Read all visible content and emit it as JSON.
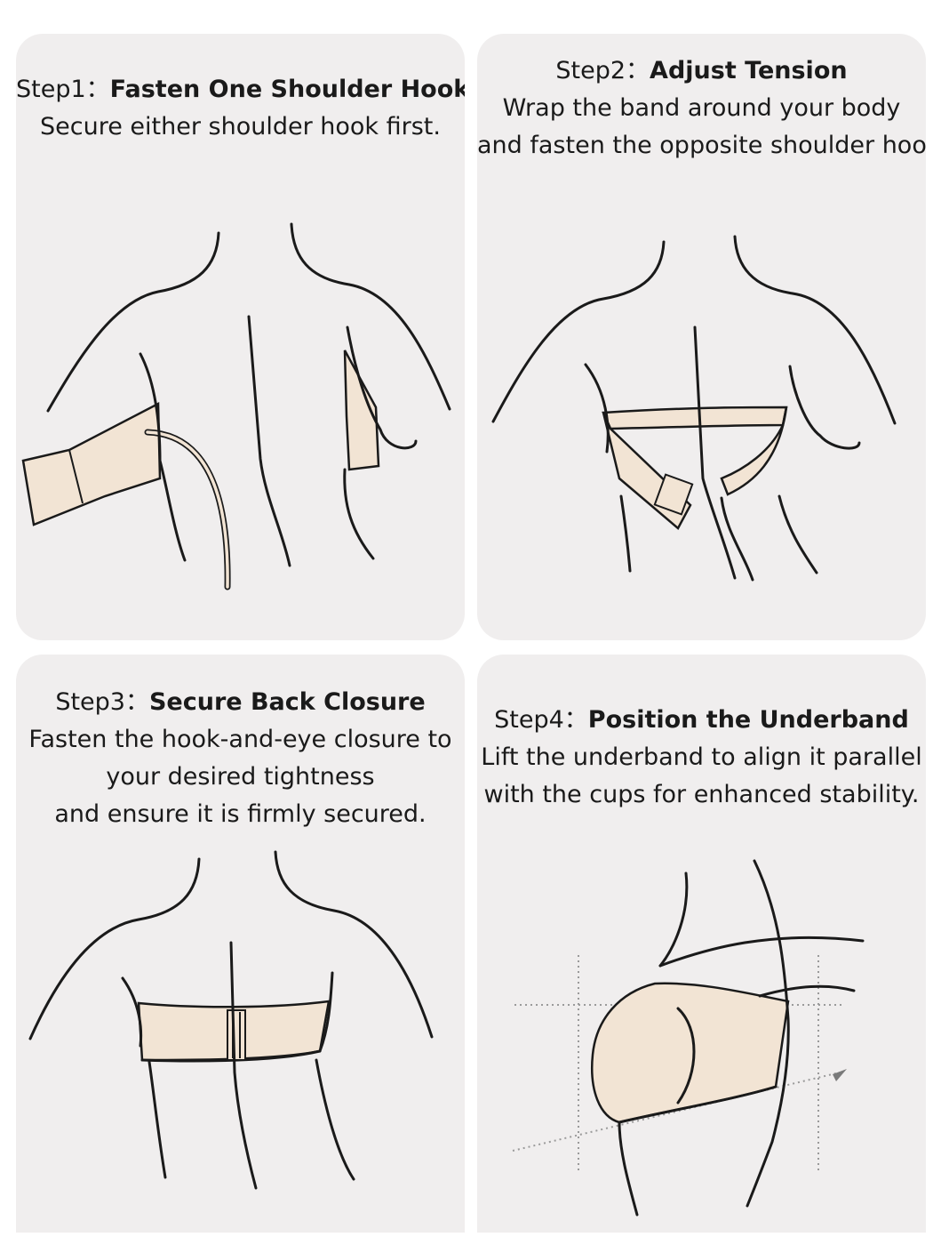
{
  "steps": [
    {
      "label": "Step1：",
      "title": "Fasten One Shoulder Hook",
      "lines": [
        "Secure either shoulder hook first."
      ]
    },
    {
      "label": "Step2：",
      "title": "Adjust Tension",
      "lines": [
        "Wrap the band around your body",
        "and fasten the opposite shoulder hook."
      ]
    },
    {
      "label": "Step3：",
      "title": "Secure Back Closure",
      "lines": [
        "Fasten the hook-and-eye closure to",
        "your desired tightness",
        "and ensure it is firmly secured."
      ]
    },
    {
      "label": "Step4：",
      "title": "Position the Underband",
      "lines": [
        "Lift the underband to align it parallel",
        "with the cups for enhanced stability."
      ]
    }
  ],
  "colors": {
    "panel": "#f0eeee",
    "skin": "#f2e4d4",
    "ink": "#1a1a1a"
  }
}
